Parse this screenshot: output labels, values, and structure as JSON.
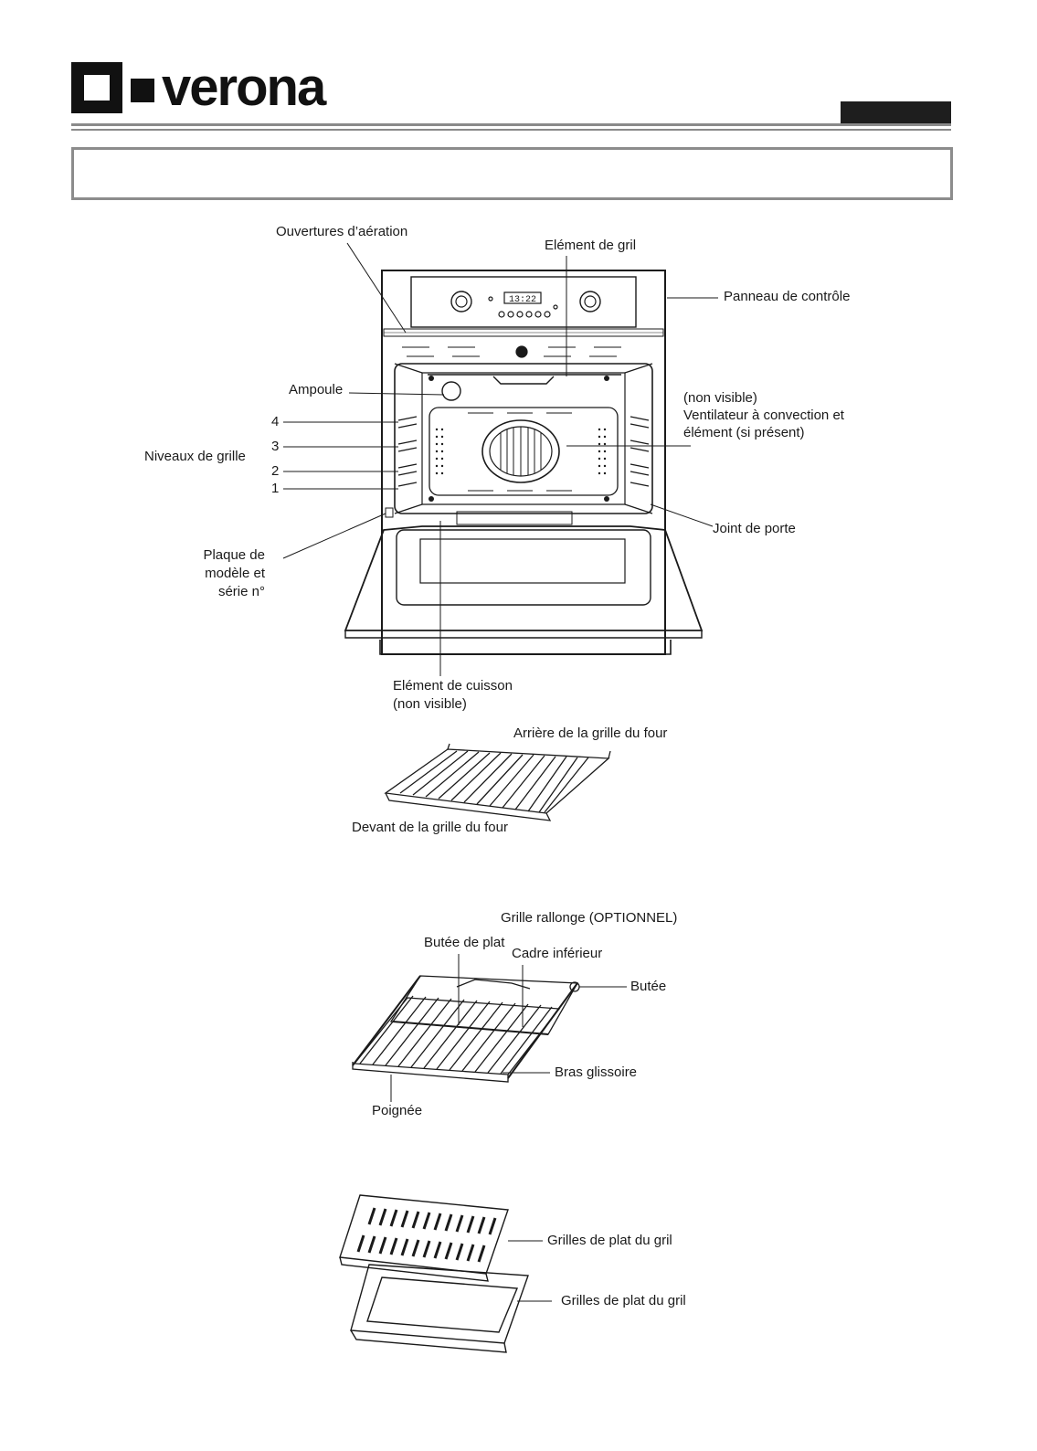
{
  "header": {
    "brand": "verona",
    "section_title": ""
  },
  "colors": {
    "line": "#1a1a1a",
    "rule": "#8a8a8a",
    "tab": "#1e1e1e"
  },
  "oven_labels": {
    "vents": "Ouvertures d’aération",
    "broil_element": "Elément de gril",
    "control_panel": "Panneau de contrôle",
    "bulb": "Ampoule",
    "fan_line1": "(non visible)",
    "fan_line2": "Ventilateur à convection et",
    "fan_line3": "élément (si présent)",
    "rack_levels": "Niveaux de grille",
    "level4": "4",
    "level3": "3",
    "level2": "2",
    "level1": "1",
    "door_gasket": "Joint de porte",
    "plate_line1": "Plaque de",
    "plate_line2": "modèle et",
    "plate_line3": "série n°",
    "bake_line1": "Elément de cuisson",
    "bake_line2": "(non visible)",
    "display_time": "13:22"
  },
  "rack_labels": {
    "rear": "Arrière de la grille du four",
    "front": "Devant de la grille du four"
  },
  "extension_labels": {
    "title": "Grille rallonge (OPTIONNEL)",
    "dish_stop": "Butée de plat",
    "lower_frame": "Cadre inférieur",
    "stop": "Butée",
    "slide_arm": "Bras glissoire",
    "handle": "Poignée"
  },
  "broiler_labels": {
    "top": "Grilles de plat du gril",
    "bottom": "Grilles de plat du gril"
  }
}
